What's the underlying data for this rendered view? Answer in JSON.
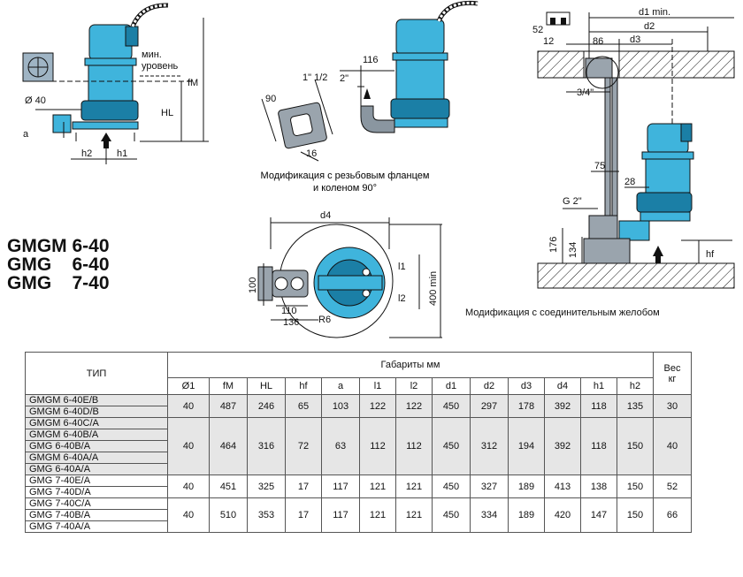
{
  "models": [
    "GMGM 6-40",
    "GMG    6-40",
    "GMG    7-40"
  ],
  "diagram_labels": {
    "min_level": [
      "мин.",
      "уровень"
    ],
    "fM": "fM",
    "HL": "HL",
    "dia40": "Ø 40",
    "a": "a",
    "h1": "h1",
    "h2": "h2",
    "dim116": "116",
    "dim2in": "2\"",
    "dim90": "90",
    "dim16": "16",
    "dim1_1_2": "1\" 1/2",
    "d4": "d4",
    "l1": "l1",
    "l2": "l2",
    "dim400": "400 min",
    "dim100": "100",
    "dim110": "110",
    "dim136": "136",
    "R6": "R6",
    "dim52": "52",
    "dim12": "12",
    "dim86": "86",
    "d1": "d1 min.",
    "d2": "d2",
    "d3": "d3",
    "dim3_4": "3/4\"",
    "dim75": "75",
    "dim28": "28",
    "G2": "G 2\"",
    "dim176": "176",
    "dim134": "134",
    "hf": "hf"
  },
  "captions": {
    "threaded": [
      "Модификация с резьбовым фланцем",
      "и коленом 90°"
    ],
    "guide": "Модификация с соединительным желобом"
  },
  "table": {
    "type_header": "ТИП",
    "dims_header": "Габариты   мм",
    "weight_header": [
      "Вес",
      "кг"
    ],
    "columns": [
      "Ø1",
      "fM",
      "HL",
      "hf",
      "a",
      "l1",
      "l2",
      "d1",
      "d2",
      "d3",
      "d4",
      "h1",
      "h2"
    ],
    "groups": [
      {
        "types": [
          "GMGM 6-40E/B",
          "GMGM 6-40D/B"
        ],
        "values": [
          "40",
          "487",
          "246",
          "65",
          "103",
          "122",
          "122",
          "450",
          "297",
          "178",
          "392",
          "118",
          "135"
        ],
        "weight": "30"
      },
      {
        "types": [
          "GMGM 6-40C/A",
          "GMGM 6-40B/A",
          "GMG    6-40B/A",
          "GMGM 6-40A/A",
          "GMG    6-40A/A"
        ],
        "values": [
          "40",
          "464",
          "316",
          "72",
          "63",
          "112",
          "112",
          "450",
          "312",
          "194",
          "392",
          "118",
          "150"
        ],
        "weight": "40"
      },
      {
        "types": [
          "GMG    7-40E/A",
          "GMG    7-40D/A"
        ],
        "values": [
          "40",
          "451",
          "325",
          "17",
          "117",
          "121",
          "121",
          "450",
          "327",
          "189",
          "413",
          "138",
          "150"
        ],
        "weight": "52"
      },
      {
        "types": [
          "GMG    7-40C/A",
          "GMG    7-40B/A",
          "GMG    7-40A/A"
        ],
        "values": [
          "40",
          "510",
          "353",
          "17",
          "117",
          "121",
          "121",
          "450",
          "334",
          "189",
          "420",
          "147",
          "150"
        ],
        "weight": "66"
      }
    ]
  },
  "colors": {
    "pump": "#3fb4dc",
    "pump_dark": "#1b7fa6",
    "ink": "#111111",
    "shade": "#e6e6e6"
  }
}
